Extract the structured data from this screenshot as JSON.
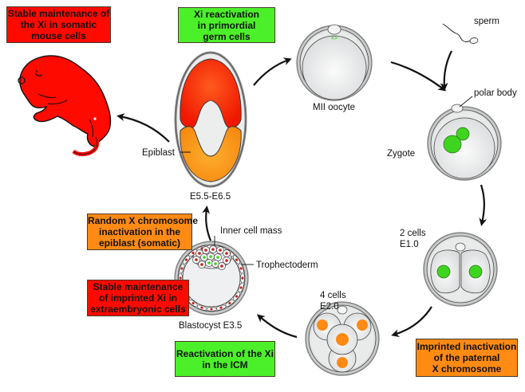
{
  "title": "X chromosome inactivation cycle in mouse development",
  "colors": {
    "red_box": "#ff0a00",
    "green_box": "#4cf02a",
    "orange_box": "#ff8a14",
    "nucleus_green": "#3fd420",
    "nucleus_orange": "#ff8a14",
    "cell_gray": "#e4e6e7"
  },
  "boxes": {
    "somatic_maintenance": {
      "lines": [
        "Stable maintenance of",
        "the Xi in somatic",
        "mouse cells"
      ],
      "color": "red"
    },
    "pgc_reactivation": {
      "lines": [
        "Xi reactivation",
        "in primordial",
        "germ cells"
      ],
      "color": "green"
    },
    "random_xci": {
      "lines": [
        "Random X chromosome",
        "inactivation in the",
        "epiblast (somatic)"
      ],
      "color": "orange"
    },
    "imprinted_maintenance": {
      "lines": [
        "Stable maintenance",
        "of imprinted Xi in",
        "extraembryonic cells"
      ],
      "color": "red"
    },
    "icm_reactivation": {
      "lines": [
        "Reactivation of the Xi",
        "in the ICM"
      ],
      "color": "green"
    },
    "imprinted_inactivation": {
      "lines": [
        "Imprinted inactivation",
        "of the paternal",
        "X chromosome"
      ],
      "color": "orange"
    }
  },
  "labels": {
    "sperm": "sperm",
    "polar_body": "polar body",
    "mii_oocyte": "MII oocyte",
    "zygote": "Zygote",
    "two_cells": "2 cells",
    "two_cells_stage": "E1.0",
    "four_cells": "4 cells",
    "four_cells_stage": "E2.0",
    "blastocyst": "Blastocyst E3.5",
    "inner_cell_mass": "Inner cell mass",
    "trophectoderm": "Trophectoderm",
    "epiblast": "Epiblast",
    "egg_cylinder_stage": "E5.5-E6.5"
  },
  "stages": [
    "MII oocyte",
    "Zygote",
    "2 cells E1.0",
    "4 cells E2.0",
    "Blastocyst E3.5",
    "E5.5-E6.5",
    "Mouse"
  ]
}
